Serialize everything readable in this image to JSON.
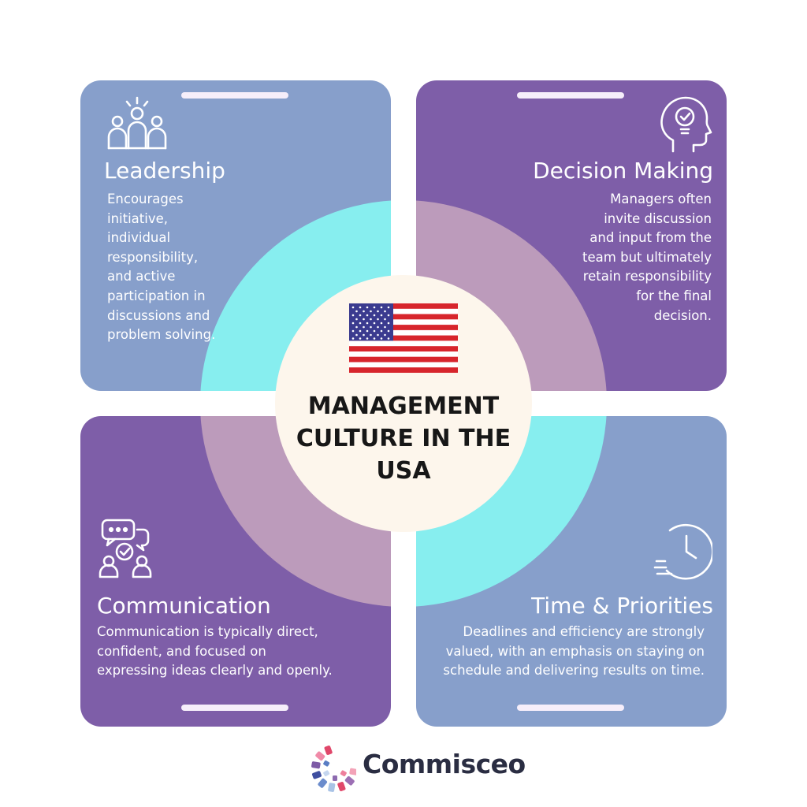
{
  "center": {
    "title": "MANAGEMENT CULTURE IN THE USA",
    "flag_icon": "us-flag-icon"
  },
  "cards": {
    "leadership": {
      "title": "Leadership",
      "description": "Encourages initiative, individual responsibility, and active participation in discussions and problem solving.",
      "icon": "leader-group-icon"
    },
    "decision_making": {
      "title": "Decision Making",
      "description": "Managers often invite discussion and input from the team but ultimately retain responsibility for the final decision.",
      "icon": "head-check-icon"
    },
    "communication": {
      "title": "Communication",
      "description": "Communication is typically direct, confident, and focused on expressing ideas clearly and openly.",
      "icon": "chat-people-icon"
    },
    "time_priorities": {
      "title": "Time & Priorities",
      "description": "Deadlines and efficiency are strongly valued, with an emphasis on staying on schedule and delivering results on time.",
      "icon": "fast-clock-icon"
    }
  },
  "brand": {
    "name": "Commisceo",
    "icon": "commisceo-logo-icon"
  },
  "colors": {
    "card_blue": "#879fcb",
    "card_purple": "#7e5ea8",
    "ring_cyan": "#87eeef",
    "ring_mauve": "#bc9bbb",
    "center_bg": "#fdf6ec",
    "flag_red": "#d7252c",
    "flag_blue": "#3b3b8f"
  }
}
